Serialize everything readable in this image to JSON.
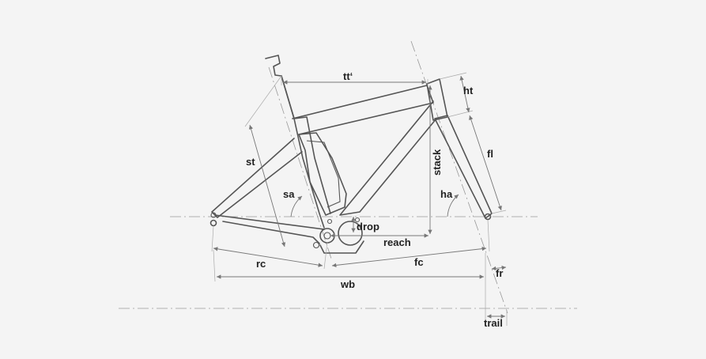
{
  "labels": {
    "tt": "tt‘",
    "ht": "ht",
    "st": "st",
    "stack": "stack",
    "fl": "fl",
    "sa": "sa",
    "ha": "ha",
    "drop": "drop",
    "reach": "reach",
    "rc": "rc",
    "fc": "fc",
    "wb": "wb",
    "fr": "fr",
    "trail": "trail"
  }
}
